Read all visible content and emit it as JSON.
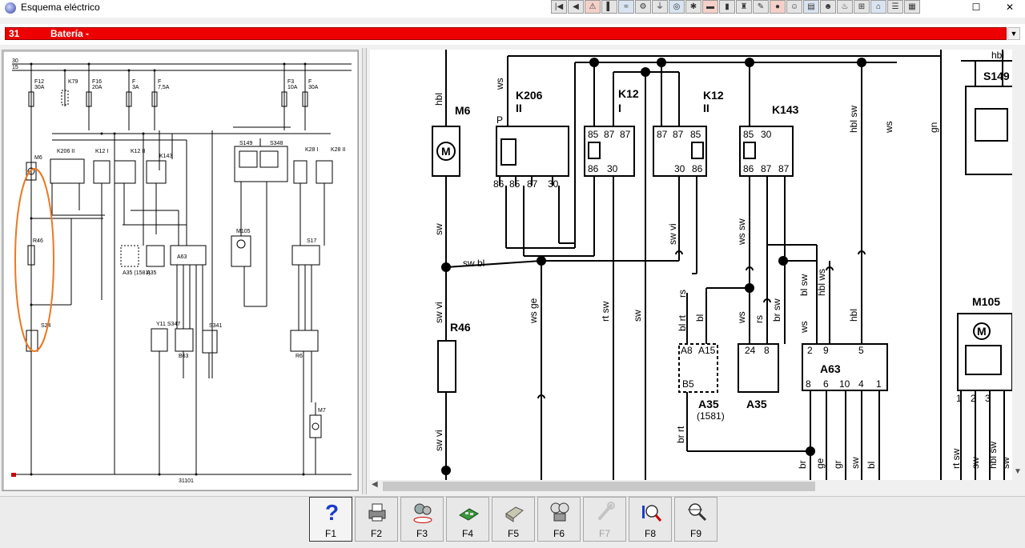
{
  "window": {
    "title": "Esquema eléctrico"
  },
  "toolbar_icons": [
    "first-page-icon",
    "prev-page-icon",
    "warning-icon",
    "component-icon",
    "fuse-icon",
    "relay-icon",
    "ground-icon",
    "connector-icon",
    "engine-icon",
    "lamp-icon",
    "battery-icon",
    "car-icon",
    "tool-icon",
    "horn-icon",
    "airbag-icon",
    "mirror-icon",
    "radio-icon",
    "climate-icon",
    "seat-icon",
    "lock-icon",
    "door-icon",
    "table-icon"
  ],
  "circuit": {
    "number": "31",
    "name": "Batería -"
  },
  "overview": {
    "sheet_code": "31101",
    "bus_labels": [
      "30",
      "15"
    ],
    "fuses": [
      {
        "id": "F12",
        "rating": "30A"
      },
      {
        "id": "K79",
        "rating": ""
      },
      {
        "id": "F16",
        "rating": "20A"
      },
      {
        "id": "F",
        "rating": "3A"
      },
      {
        "id": "F",
        "rating": "7,5A"
      },
      {
        "id": "F3",
        "rating": "10A"
      },
      {
        "id": "F",
        "rating": "30A"
      }
    ],
    "components": [
      "M6",
      "K206 II",
      "K12 I",
      "K12 II",
      "K143",
      "S149",
      "S348",
      "K28 I",
      "K28 II",
      "R46",
      "S24",
      "A35",
      "A35 (1581)",
      "A63",
      "M105",
      "S17",
      "Y11 S347",
      "S341",
      "B63",
      "R6",
      "M7"
    ]
  },
  "detail": {
    "components": {
      "m6": {
        "name": "M6",
        "symbol": "M"
      },
      "k206": {
        "name": "K206",
        "sub": "II",
        "pins": [
          "P",
          "86",
          "85",
          "87",
          "30"
        ]
      },
      "k12_1": {
        "name": "K12",
        "sub": "I",
        "pins": [
          "85",
          "87",
          "87",
          "86",
          "30"
        ]
      },
      "k12_2": {
        "name": "K12",
        "sub": "II",
        "pins": [
          "87",
          "87",
          "85",
          "30",
          "86"
        ]
      },
      "k143": {
        "name": "K143",
        "pins": [
          "85",
          "30",
          "86",
          "87",
          "87"
        ]
      },
      "s149": {
        "name": "S149"
      },
      "r46": {
        "name": "R46"
      },
      "a35_1581": {
        "name": "A35",
        "sub": "(1581)",
        "pins": [
          "A8",
          "A15",
          "B5"
        ]
      },
      "a35": {
        "name": "A35",
        "pins": [
          "24",
          "8"
        ]
      },
      "a63": {
        "name": "A63",
        "pins": [
          "2",
          "9",
          "5",
          "8",
          "6",
          "10",
          "4",
          "1"
        ]
      },
      "m105": {
        "name": "M105",
        "symbol": "M",
        "pins": [
          "1",
          "2",
          "3"
        ]
      }
    },
    "wires": {
      "hbl_top": "hbl",
      "ws_k206": "ws",
      "hbl_m6": "hbl",
      "hbl_sw": "hbl sw",
      "ws_right": "ws",
      "gn": "gn",
      "sw_m6": "sw",
      "sw_bl": "sw bl",
      "sw_vi_r46": "sw vi",
      "sw_vi_k12": "sw vi",
      "ws_ge": "ws ge",
      "rt_sw": "rt sw",
      "sw_mid": "sw",
      "ws_sw": "ws sw",
      "bl_sw": "bl sw",
      "hbl_ws": "hbl ws",
      "rs_left": "rs",
      "bl_rt": "bl rt",
      "bl_left": "bl",
      "ws_a35": "ws",
      "rs_a35": "rs",
      "br_sw": "br sw",
      "ws_a63": "ws",
      "hbl_a63": "hbl",
      "sw_vi_bottom": "sw vi",
      "br_rt": "br rt",
      "bottom": [
        "br",
        "ge",
        "gr",
        "sw",
        "bl"
      ],
      "m105_bottom": [
        "rt sw",
        "sw",
        "hbl sw",
        "sw"
      ]
    }
  },
  "function_keys": [
    {
      "key": "F1",
      "icon": "help-icon",
      "active": true,
      "disabled": false
    },
    {
      "key": "F2",
      "icon": "printer-icon",
      "active": false,
      "disabled": false
    },
    {
      "key": "F3",
      "icon": "ac-icon",
      "active": false,
      "disabled": false
    },
    {
      "key": "F4",
      "icon": "circuit-board-icon",
      "active": false,
      "disabled": false
    },
    {
      "key": "F5",
      "icon": "connector-icon",
      "active": false,
      "disabled": false
    },
    {
      "key": "F6",
      "icon": "gauge-icon",
      "active": false,
      "disabled": false
    },
    {
      "key": "F7",
      "icon": "wrench-icon",
      "active": false,
      "disabled": true
    },
    {
      "key": "F8",
      "icon": "search-diagram-icon",
      "active": false,
      "disabled": false
    },
    {
      "key": "F9",
      "icon": "zoom-icon",
      "active": false,
      "disabled": false
    }
  ],
  "colors": {
    "circuit_bar": "#ee0000",
    "highlight_ellipse": "#ee7722"
  }
}
